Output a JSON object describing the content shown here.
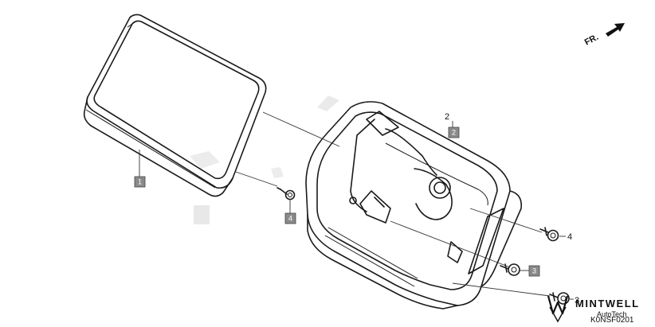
{
  "direction": {
    "label": "FR.",
    "icon": "arrow-right-icon"
  },
  "callouts": {
    "boxed": [
      "1",
      "2",
      "4",
      "3"
    ],
    "plain": [
      "2",
      "4",
      "3"
    ]
  },
  "footer": {
    "brand": "MINTWELL",
    "sub": "AutoTech",
    "code": "K0NSF0201",
    "logo_icon": "mintwell-logo-icon"
  }
}
